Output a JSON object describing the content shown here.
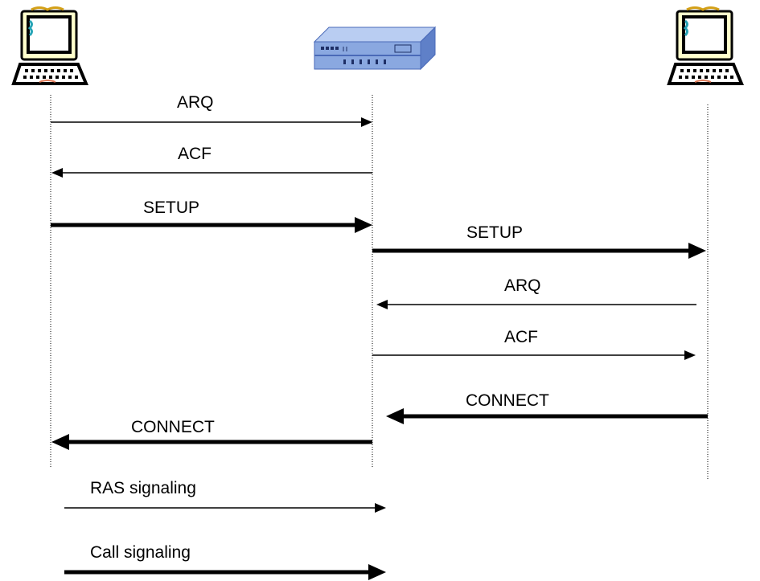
{
  "participants": [
    {
      "id": "terminal-a",
      "icon": "computer-terminal-icon"
    },
    {
      "id": "gatekeeper",
      "icon": "gatekeeper-device-icon"
    },
    {
      "id": "terminal-b",
      "icon": "computer-terminal-icon"
    }
  ],
  "messages": [
    {
      "label": "ARQ",
      "from": "terminal-a",
      "to": "gatekeeper",
      "type": "ras"
    },
    {
      "label": "ACF",
      "from": "gatekeeper",
      "to": "terminal-a",
      "type": "ras"
    },
    {
      "label": "SETUP",
      "from": "terminal-a",
      "to": "gatekeeper",
      "type": "call"
    },
    {
      "label": "SETUP",
      "from": "gatekeeper",
      "to": "terminal-b",
      "type": "call"
    },
    {
      "label": "ARQ",
      "from": "terminal-b",
      "to": "gatekeeper",
      "type": "ras"
    },
    {
      "label": "ACF",
      "from": "gatekeeper",
      "to": "terminal-b",
      "type": "ras"
    },
    {
      "label": "CONNECT",
      "from": "terminal-b",
      "to": "gatekeeper",
      "type": "call"
    },
    {
      "label": "CONNECT",
      "from": "gatekeeper",
      "to": "terminal-a",
      "type": "call"
    }
  ],
  "legend": {
    "ras": "RAS signaling",
    "call": "Call signaling"
  },
  "colors": {
    "line": "#000000",
    "monitor_body": "#ffffcc",
    "screen_frame": "#2c2c2c",
    "device_blue": "#8aa8e0",
    "device_dark": "#4a6ab8"
  }
}
